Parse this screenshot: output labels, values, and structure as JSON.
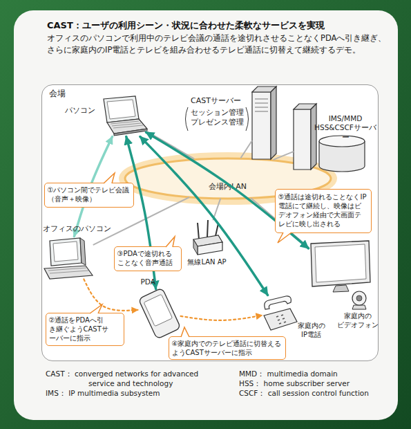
{
  "diagram": {
    "title": "CAST：ユーザの利用シーン・状況に合わせた柔軟なサービスを実現",
    "nodes": [
      {
        "text": [
          "会場"
        ]
      },
      {
        "text": [
          "パソコン"
        ],
        "in": 0
      },
      {
        "text": [
          "CASTサーバー",
          "セッション管理 プレゼンス管理"
        ],
        "in": 0
      },
      {
        "text": [
          "IMS/MMD HSS&CSCFサーバー"
        ],
        "in": 0
      },
      {
        "text": [
          "会場内LAN"
        ],
        "in": 0
      },
      {
        "text": [
          "①パソコン間でテレビ会議 （音声＋映像）"
        ],
        "in": 0
      },
      {
        "text": [
          "⑤通話は途切れることなくIP 電話にて継続し、映像はビ デオフォン経由で大画面テ レビに映し出される"
        ],
        "in": 0
      },
      {
        "text": [
          "オフィスのパソコン"
        ],
        "in": 0
      },
      {
        "text": [
          "③PDAで途切れる ことなく音声通話"
        ],
        "in": 0
      },
      {
        "text": [
          "無線LAN AP"
        ],
        "in": 0
      },
      {
        "text": [
          "PDA"
        ],
        "in": 0
      },
      {
        "text": [
          "家庭内の ビデオフォン"
        ],
        "in": 0
      },
      {
        "text": [
          "家庭内の IP電話"
        ],
        "in": 0
      },
      {
        "text": [
          "②通話をPDAへ引 き継ぐようCASTサ ーバーに指示"
        ],
        "in": 0
      },
      {
        "text": [
          "④家庭内でのテレビ通話に切替える ようCASTサーバーに指示"
        ],
        "in": 0
      }
    ],
    "edges": [
      {
        "from": 4,
        "to": 1,
        "arrow": "none"
      },
      {
        "from": 4,
        "to": 2,
        "arrow": "none"
      },
      {
        "from": 4,
        "to": 3,
        "arrow": "none"
      },
      {
        "from": 4,
        "to": 7,
        "arrow": "none"
      },
      {
        "from": 4,
        "to": 9,
        "arrow": "none"
      },
      {
        "from": 4,
        "to": 11,
        "arrow": "none"
      },
      {
        "from": 7,
        "to": 1,
        "arrow": "both"
      },
      {
        "from": 1,
        "to": 10,
        "arrow": "both"
      },
      {
        "from": 1,
        "to": 12,
        "arrow": "both"
      },
      {
        "from": 1,
        "to": 11,
        "arrow": "both"
      },
      {
        "from": 7,
        "to": 10,
        "arrow": "to"
      },
      {
        "from": 10,
        "to": 12,
        "arrow": "to"
      }
    ],
    "labels": [
      "オフィスのパソコンで利用中のテレビ会議の通話を途切れさせることなくPDAへ引き継ぎ、 さらに家庭内のIP電話とテレビを組み合わせるテレビ通話に切替えて継続するデモ。",
      "CAST： converged networks for advanced service and technology",
      "IMS： IP multimedia subsystem",
      "MMD： multimedia domain",
      "HSS： home subscriber server",
      "CSCF： call session control function"
    ]
  }
}
